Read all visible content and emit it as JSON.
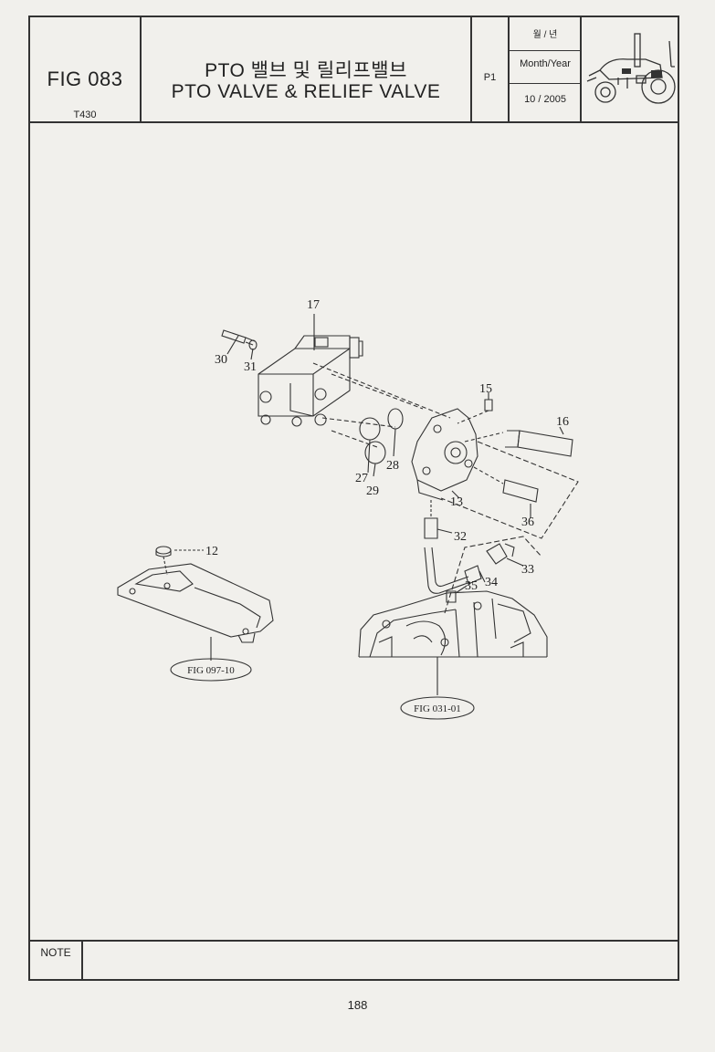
{
  "header": {
    "fig_id": "FIG 083",
    "model": "T430",
    "title_ko": "PTO 밸브 및 릴리프밸브",
    "title_en": "PTO VALVE & RELIEF VALVE",
    "page_label": "P1",
    "date_label_ko": "월 / 년",
    "date_label_en": "Month/Year",
    "date_value": "10 / 2005"
  },
  "diagram": {
    "callouts": [
      "17",
      "30",
      "31",
      "15",
      "16",
      "27",
      "28",
      "29",
      "13",
      "36",
      "32",
      "33",
      "34",
      "35",
      "12"
    ],
    "references": [
      "FIG 097-10",
      "FIG 031-01"
    ]
  },
  "footer": {
    "note_label": "NOTE",
    "page_number": "188"
  },
  "icons": {
    "tractor": "tractor-icon"
  }
}
